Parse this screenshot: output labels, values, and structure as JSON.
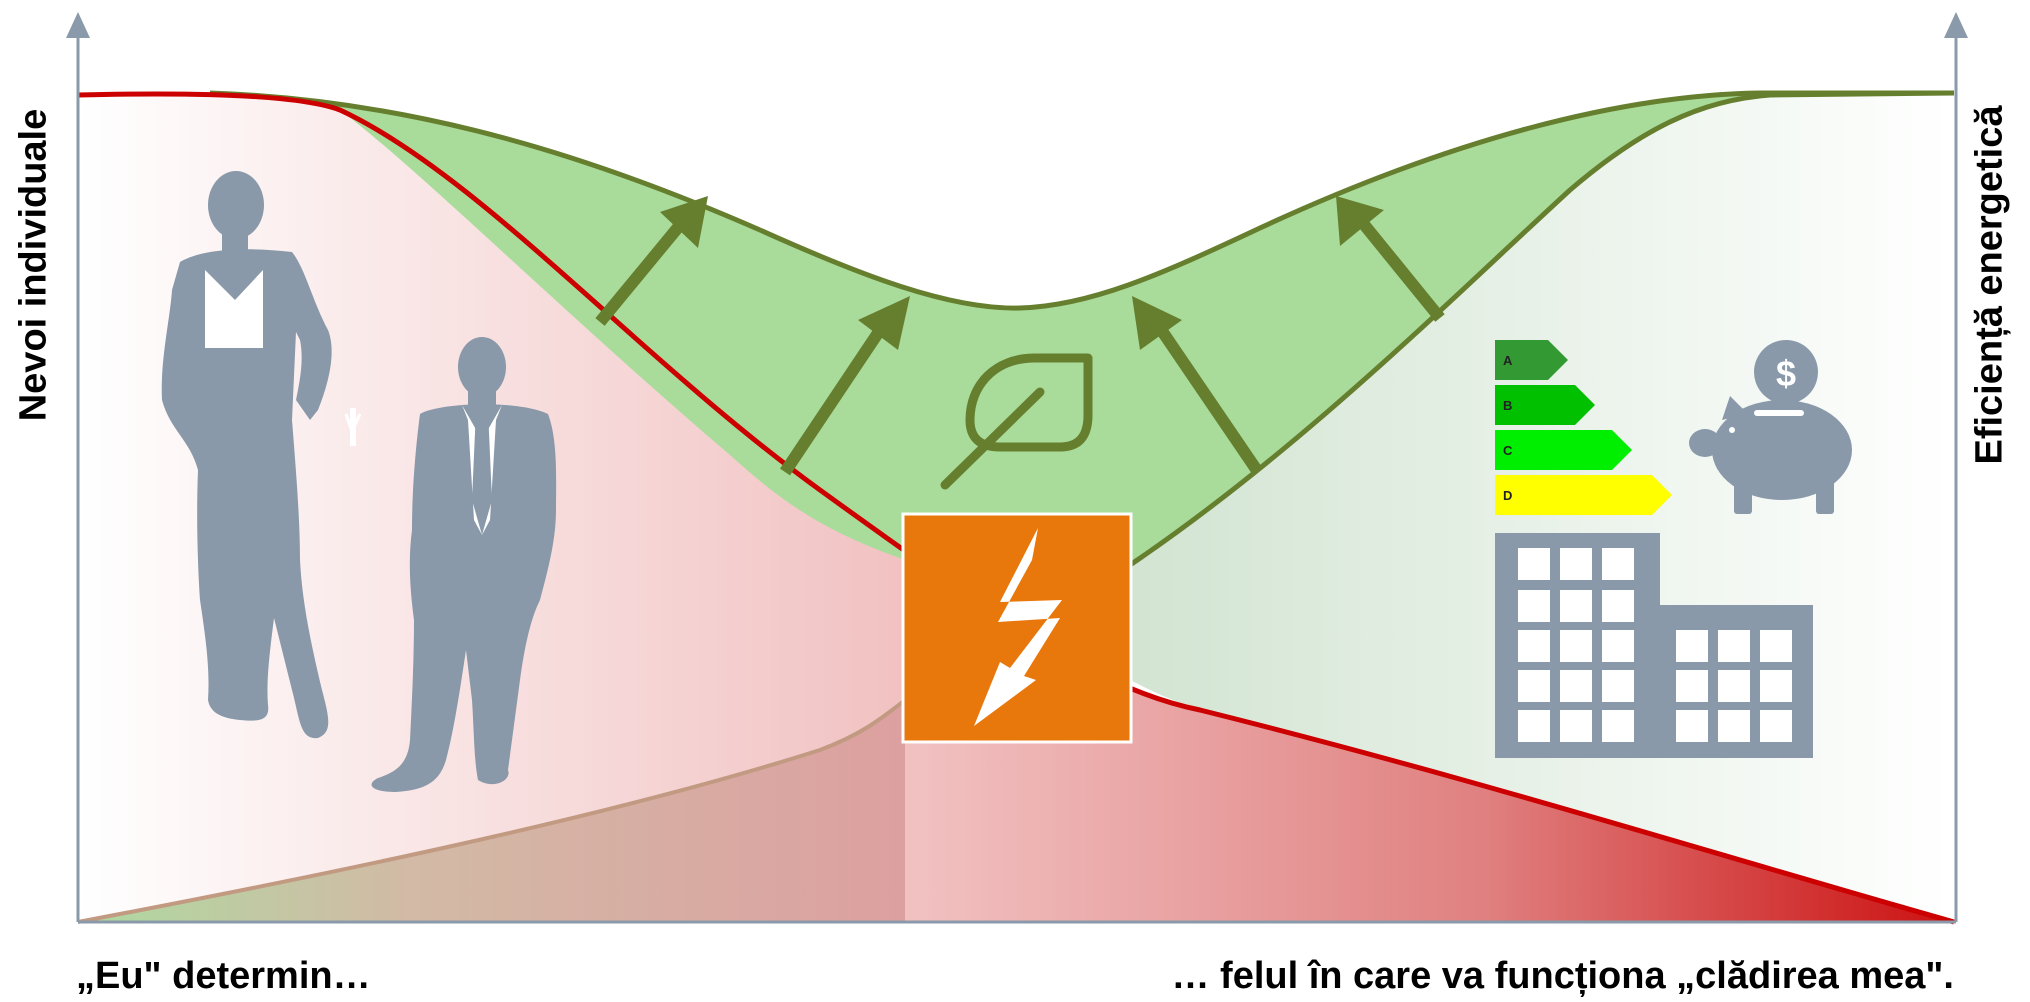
{
  "axes": {
    "left_label": "Nevoi individuale",
    "right_label": "Eficiență energetică"
  },
  "captions": {
    "left": "„Eu\" determin…",
    "right": "… felul în care va funcționa „clădirea mea\"."
  },
  "energy_label": {
    "grades": [
      {
        "letter": "A",
        "color": "#339933"
      },
      {
        "letter": "B",
        "color": "#00c000"
      },
      {
        "letter": "C",
        "color": "#00ee00"
      },
      {
        "letter": "D",
        "color": "#ffff00"
      }
    ]
  },
  "colors": {
    "red_curve": "#cc0000",
    "green_curve": "#667f2f",
    "green_fill": "#a9dc9b",
    "icon_gray": "#8999a9",
    "lightning_box": "#e8780c",
    "axis": "#8a9aaa"
  },
  "icons": [
    "woman-silhouette",
    "man-silhouette",
    "leaf-icon",
    "lightning-icon",
    "energy-label-icon",
    "piggy-bank-icon",
    "building-icon"
  ]
}
